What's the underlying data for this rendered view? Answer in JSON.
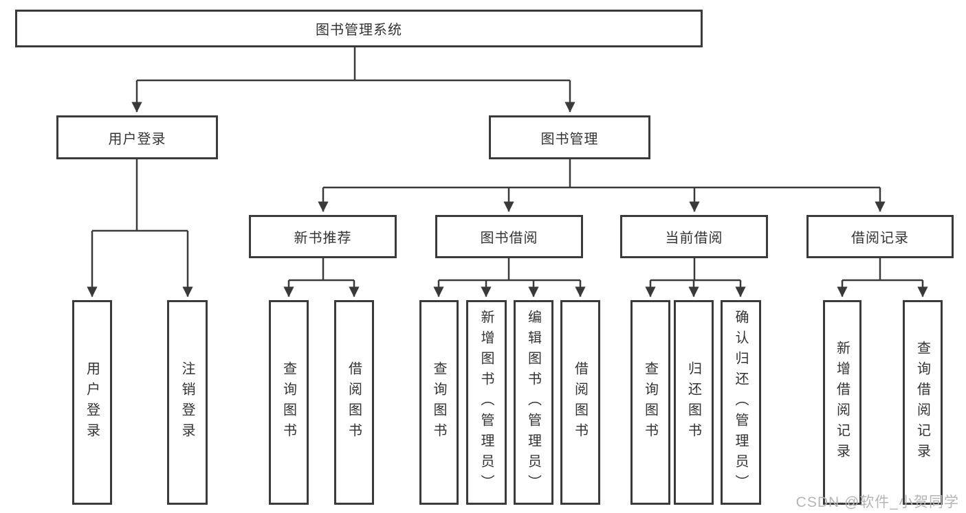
{
  "diagram": {
    "root": {
      "label": "图书管理系统"
    },
    "level2": [
      {
        "label": "用户登录",
        "children": [
          {
            "label": "用户登录"
          },
          {
            "label": "注销登录"
          }
        ]
      },
      {
        "label": "图书管理",
        "children": [
          {
            "label": "新书推荐",
            "children": [
              {
                "label": "查询图书"
              },
              {
                "label": "借阅图书"
              }
            ]
          },
          {
            "label": "图书借阅",
            "children": [
              {
                "label": "查询图书"
              },
              {
                "label": "新增图书（管理员）"
              },
              {
                "label": "编辑图书（管理员）"
              },
              {
                "label": "借阅图书"
              }
            ]
          },
          {
            "label": "当前借阅",
            "children": [
              {
                "label": "查询图书"
              },
              {
                "label": "归还图书"
              },
              {
                "label": "确认归还（管理员）"
              }
            ]
          },
          {
            "label": "借阅记录",
            "children": [
              {
                "label": "新增借阅记录"
              },
              {
                "label": "查询借阅记录"
              }
            ]
          }
        ]
      }
    ],
    "watermark": "CSDN @软件_小贺同学",
    "colors": {
      "line": "#3a3a3a",
      "text": "#333333",
      "watermark": "#b5b5b5"
    }
  }
}
